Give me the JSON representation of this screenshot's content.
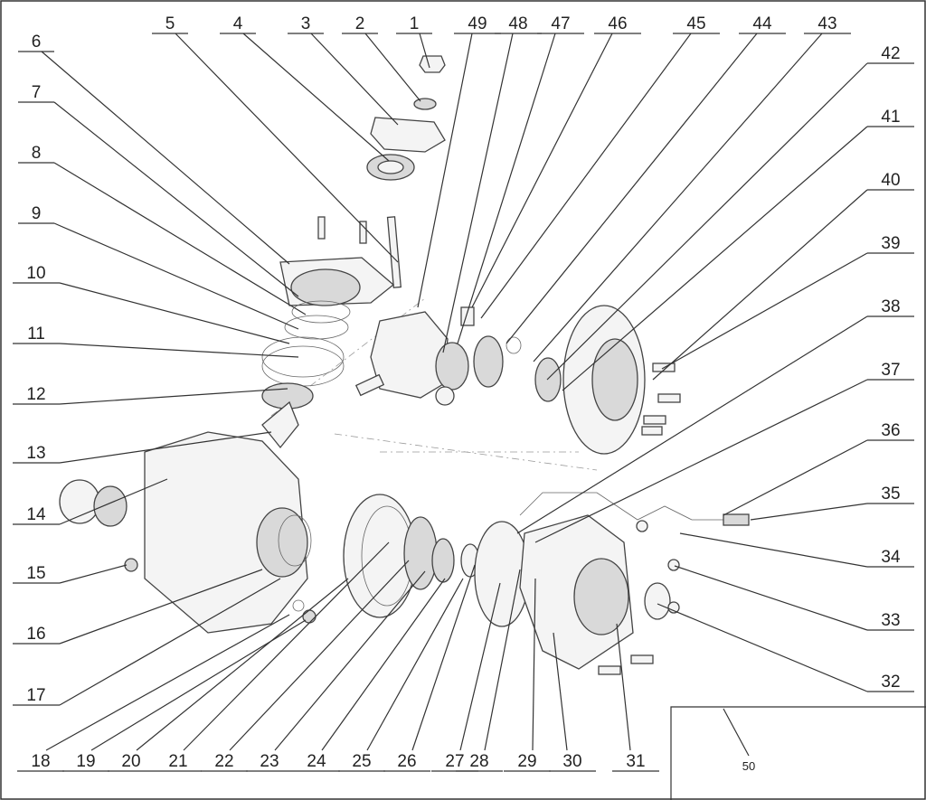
{
  "diagram": {
    "callouts": [
      "1",
      "2",
      "3",
      "4",
      "5",
      "6",
      "7",
      "8",
      "9",
      "10",
      "11",
      "12",
      "13",
      "14",
      "15",
      "16",
      "17",
      "18",
      "19",
      "20",
      "21",
      "22",
      "23",
      "24",
      "25",
      "26",
      "27",
      "28",
      "29",
      "30",
      "31",
      "32",
      "33",
      "34",
      "35",
      "36",
      "37",
      "38",
      "39",
      "40",
      "41",
      "42",
      "43",
      "44",
      "45",
      "46",
      "47",
      "48",
      "49"
    ],
    "inset_label": "50"
  }
}
